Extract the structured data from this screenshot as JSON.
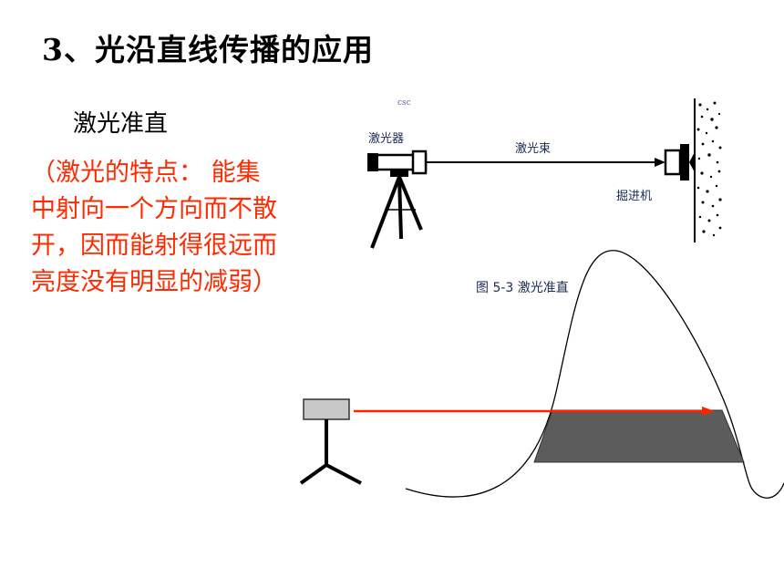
{
  "slide": {
    "title": "3、光沿直线传播的应用",
    "subtitle": "激光准直",
    "description_lines": [
      "（激光的特点： 能集",
      "中射向一个方向而不散",
      "开，因而能射得很远而",
      "亮度没有明显的减弱）"
    ],
    "description_color": "#ff2a00"
  },
  "figure": {
    "small_tag": "csc",
    "laser_label": "激光器",
    "beam_label": "激光束",
    "machine_label": "掘进机",
    "caption": "图 5-3 激光准直"
  },
  "diagram": {
    "beam_color": "#ff2200",
    "tunnel_fill": "#5c5c5c",
    "device_fill": "#c8c8c8"
  }
}
